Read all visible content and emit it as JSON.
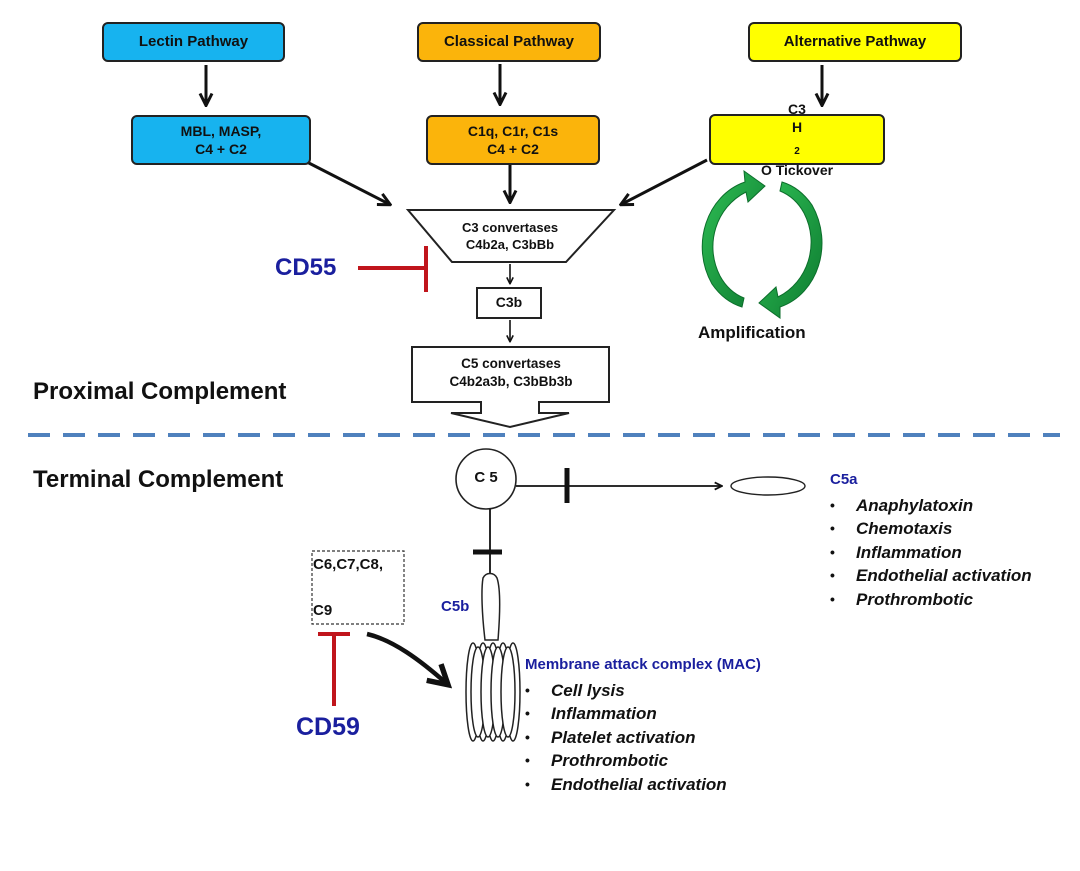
{
  "pathways": {
    "lectin": {
      "title": "Lectin Pathway",
      "comp_line1": "MBL, MASP,",
      "comp_line2": "C4 + C2"
    },
    "classical": {
      "title": "Classical Pathway",
      "comp_line1": "C1q, C1r, C1s",
      "comp_line2": "C4 + C2"
    },
    "alternative": {
      "title": "Alternative Pathway",
      "comp_line1": "C3",
      "comp_line2_main": "H",
      "comp_line2_sub": "2",
      "comp_line2_rest": "O Tickover"
    }
  },
  "convertases": {
    "c3_line1": "C3 convertases",
    "c3_line2": "C4b2a, C3bBb",
    "c3b": "C3b",
    "c5_line1": "C5 convertases",
    "c5_line2": "C4b2a3b, C3bBb3b"
  },
  "amplification": "Amplification",
  "sections": {
    "proximal": "Proximal Complement",
    "terminal": "Terminal Complement"
  },
  "inhibitors": {
    "cd55": "CD55",
    "cd59": "CD59"
  },
  "terminal": {
    "c5": "C 5",
    "c5a": "C5a",
    "c5a_effects": [
      "Anaphylatoxin",
      "Chemotaxis",
      "Inflammation",
      "Endothelial activation",
      "Prothrombotic"
    ],
    "c5b": "C5b",
    "c6_c8": "C6,C7,C8,",
    "c9": "C9",
    "mac_title": "Membrane attack complex (MAC)",
    "mac_effects": [
      "Cell lysis",
      "Inflammation",
      "Platelet activation",
      "Prothrombotic",
      "Endothelial activation"
    ]
  },
  "colors": {
    "lectin": "#17b3ef",
    "classical": "#fbb40b",
    "alternative": "#ffff00",
    "inhibitor_red": "#c0151c",
    "label_blue": "#1a1f9e",
    "dash_blue": "#4f81bd",
    "amplification_green": "#1c9a42"
  }
}
